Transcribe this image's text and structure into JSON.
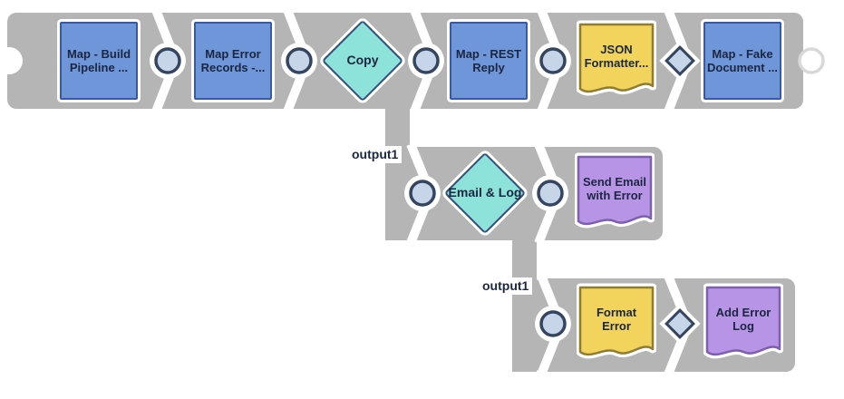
{
  "pipeline": {
    "main_row": {
      "snaps": [
        {
          "label": "Map - Build Pipeline ..."
        },
        {
          "label": "Map Error Records -..."
        },
        {
          "label": "Copy"
        },
        {
          "label": "Map - REST Reply"
        },
        {
          "label": "JSON Formatter..."
        },
        {
          "label": "Map - Fake Document ..."
        }
      ]
    },
    "error_row": {
      "output_label": "output1",
      "snaps": [
        {
          "label": "Email & Log"
        },
        {
          "label": "Send Email with Error"
        }
      ]
    },
    "error_log_row": {
      "output_label": "output1",
      "snaps": [
        {
          "label": "Format Error"
        },
        {
          "label": "Add Error Log"
        }
      ]
    }
  },
  "colors": {
    "canvas_bg": "#ffffff",
    "pipe_gray": "#b5b5b5",
    "map_snap_fill": "#6f96d8",
    "map_snap_border": "#3a5a9e",
    "copy_snap_fill": "#8de2da",
    "formatter_snap_fill": "#f2d45c",
    "formatter_snap_border": "#8f7d33",
    "error_snap_fill": "#b794e6",
    "error_snap_border": "#7d5fae",
    "terminal_fill": "#c6d6e8",
    "terminal_stroke": "#36455f",
    "open_terminal_stroke": "#d8d8d8",
    "label_text": "#1b2740"
  }
}
